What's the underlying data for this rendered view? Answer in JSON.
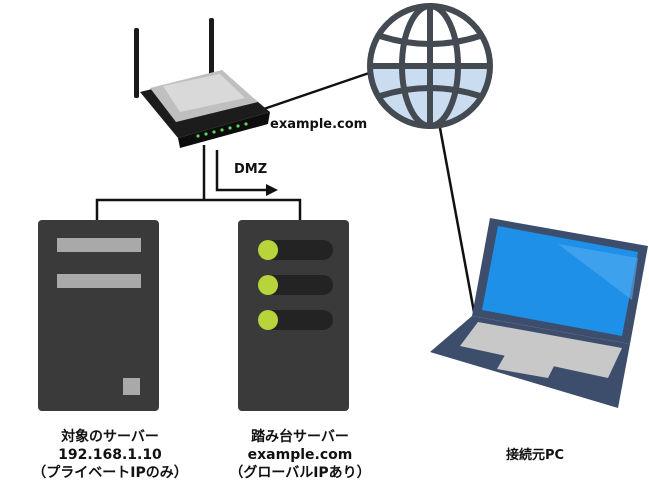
{
  "labels": {
    "router_domain": "example.com",
    "dmz": "DMZ",
    "target_server": {
      "line1": "対象のサーバー",
      "line2": "192.168.1.10",
      "line3": "（プライベートIPのみ）"
    },
    "stepping_server": {
      "line1": "踏み台サーバー",
      "line2": "example.com",
      "line3": "（グローバルIPあり）"
    },
    "client_pc": "接続元PC"
  },
  "colors": {
    "server_body": "#3a3a3a",
    "server_slot": "#a9a9a9",
    "led_green": "#b7d53a",
    "globe_stroke": "#444a52",
    "globe_fill": "#c9dcf0",
    "laptop_screen": "#1e90e8",
    "laptop_frame": "#3d4d6c",
    "laptop_keyboard": "#c8c8c8"
  },
  "icons": [
    "wifi-router-icon",
    "globe-icon",
    "server-tower-icon",
    "rack-server-icon",
    "laptop-icon"
  ]
}
